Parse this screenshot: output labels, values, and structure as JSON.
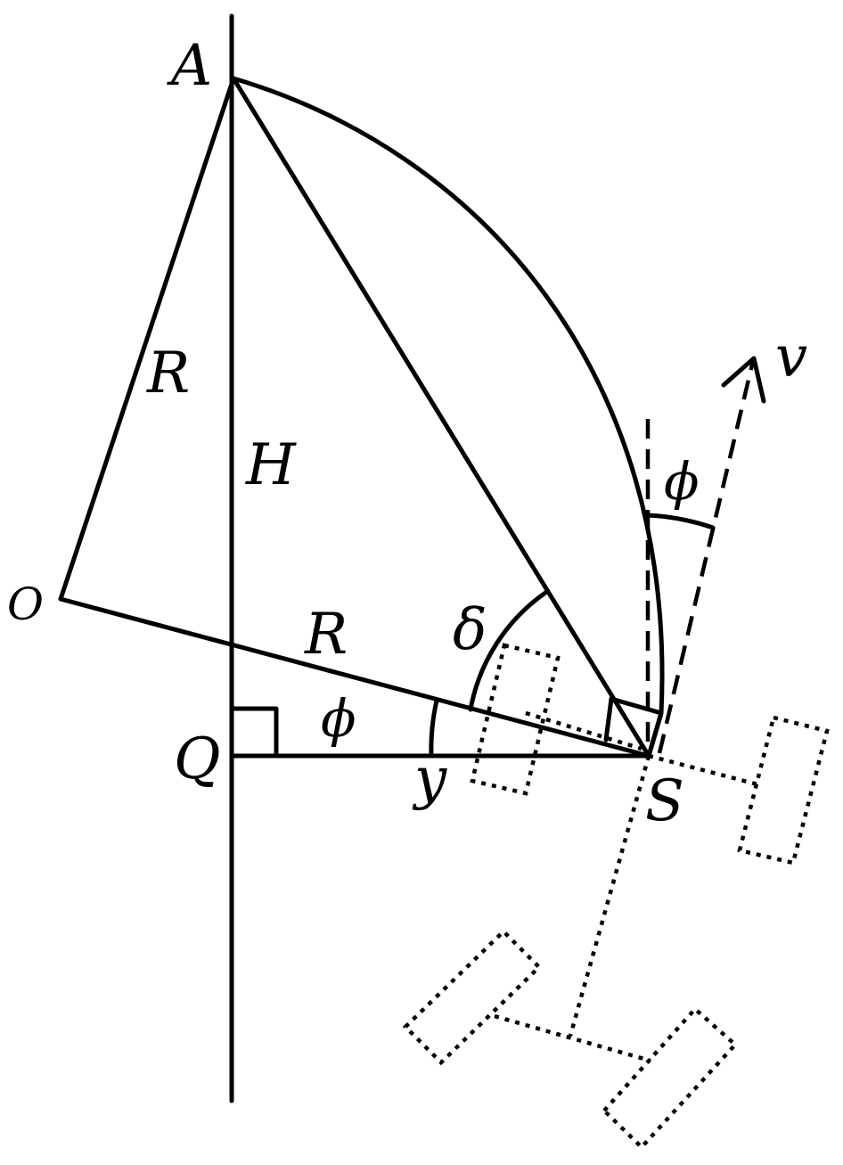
{
  "diagram": {
    "points": {
      "A": "A",
      "O": "O",
      "Q": "Q",
      "S": "S"
    },
    "segment_labels": {
      "R_upper": "R",
      "R_lower": "R",
      "H": "H",
      "y": "y"
    },
    "angle_labels": {
      "delta": "δ",
      "phi_lower": "ϕ",
      "phi_upper": "ϕ"
    },
    "vector_label": "v"
  }
}
